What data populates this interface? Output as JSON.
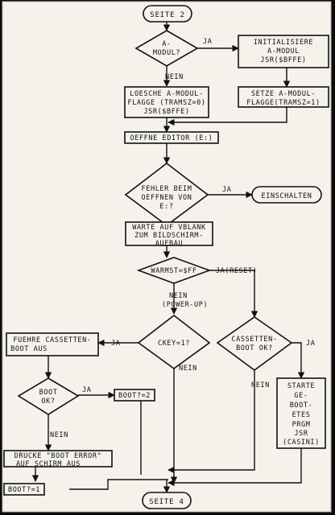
{
  "nodes": {
    "start": {
      "lines": [
        "SEITE 2"
      ]
    },
    "dec_amodul": {
      "lines": [
        "A-",
        "MODUL?"
      ]
    },
    "init_amodul": {
      "lines": [
        "INITIALISIERE",
        "A-MODUL",
        "JSR($BFFE)"
      ]
    },
    "loesche": {
      "lines": [
        "LOESCHE A-MODUL-",
        "FLAGGE (TRAMSZ=0)",
        "JSR($BFFE)"
      ]
    },
    "setze": {
      "lines": [
        "SETZE A-MODUL-",
        "FLAGGE(TRAMSZ=1)"
      ]
    },
    "oeffne_editor": {
      "lines": [
        "OEFFNE EDITOR (E:)"
      ]
    },
    "dec_fehler": {
      "lines": [
        "FEHLER BEIM",
        "OEFFNEN VON",
        "E:?"
      ]
    },
    "einschalten": {
      "lines": [
        "EINSCHALTEN"
      ]
    },
    "warte": {
      "lines": [
        "WARTE AUF VBLANK",
        "ZUM BILDSCHIRM-",
        "AUFBAU"
      ]
    },
    "dec_warmst": {
      "lines": [
        "WARMST=$FF"
      ]
    },
    "dec_ckey": {
      "lines": [
        "CKEY=1?"
      ]
    },
    "fuehre": {
      "lines": [
        "FUEHRE CASSETTEN-",
        "BOOT AUS"
      ]
    },
    "dec_cassboot": {
      "lines": [
        "CASSETTEN-",
        "BOOT OK?"
      ]
    },
    "dec_bootok": {
      "lines": [
        "BOOT",
        "OK?"
      ]
    },
    "boot2": {
      "lines": [
        "BOOT?=2"
      ]
    },
    "starte": {
      "lines": [
        "STARTE",
        "GE-",
        "BOOT-",
        "ETES",
        "PRGM",
        "JSR",
        "(CASINI)"
      ]
    },
    "drucke": {
      "lines": [
        "DRUCKE \"BOOT ERROR\"",
        "AUF SCHIRM AUS"
      ]
    },
    "boot1": {
      "lines": [
        "BOOT?=1"
      ]
    },
    "end": {
      "lines": [
        "SEITE 4"
      ]
    }
  },
  "edge_labels": {
    "amodul_ja": "JA",
    "amodul_nein": "NEIN",
    "fehler_ja": "JA",
    "warmst_ja": "JA(RESET)",
    "warmst_nein": "NEIN",
    "warmst_nein2": "(POWER-UP)",
    "ckey_ja": "JA",
    "ckey_nein": "NEIN",
    "cass_ja": "JA",
    "cass_nein": "NEIN",
    "bootok_ja": "JA",
    "bootok_nein": "NEIN"
  }
}
